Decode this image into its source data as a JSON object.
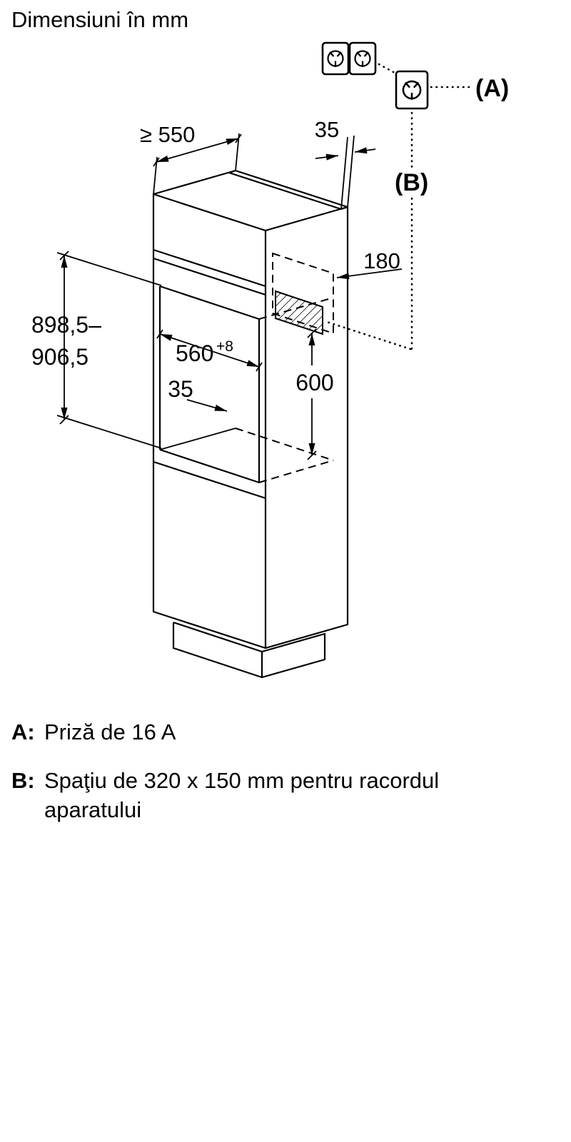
{
  "title": "Dimensiuni în mm",
  "dims": {
    "depth_min": "≥ 550",
    "top_gap": "35",
    "niche_height_line1": "898,5–",
    "niche_height_line2": "906,5",
    "niche_width": "560",
    "niche_width_tol": "+8",
    "front_offset": "35",
    "conn_space_height": "600",
    "conn_space_depth": "180"
  },
  "refs": {
    "a": "(A)",
    "b": "(B)"
  },
  "legend": {
    "a_key": "A:",
    "a_text": "Priză de 16 A",
    "b_key": "B:",
    "b_text": "Spaţiu de 320 x 150 mm pentru racordul aparatului"
  }
}
